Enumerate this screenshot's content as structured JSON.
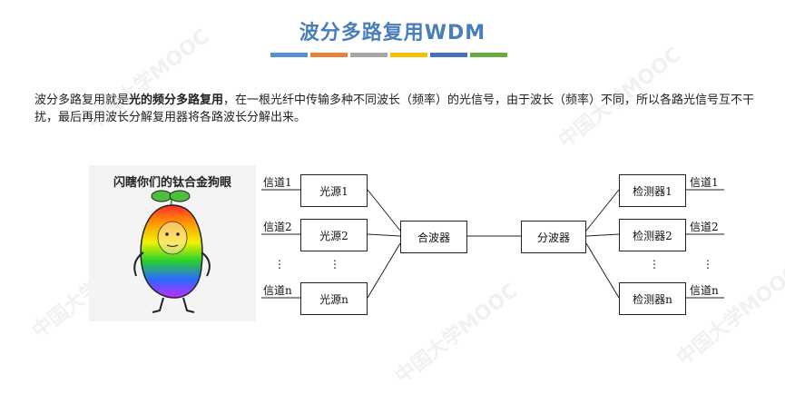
{
  "slide": {
    "title": "波分多路复用WDM",
    "colorbar": [
      "#5b8fc9",
      "#e8823a",
      "#a6a6a6",
      "#f5c000",
      "#4a70b8",
      "#6aaa42"
    ],
    "paragraph": {
      "lead": "波分多路复用就是",
      "bold": "光的频分多路复用",
      "rest": "，在一根光纤中传输多种不同波长（频率）的光信号，由于波长（频率）不同，所以各路光信号互不干扰，最后再用波长分解复用器将各路波长分解出来。"
    },
    "meme_caption": "闪瞎你们的钛合金狗眼",
    "watermark": "中国大学MOOC"
  },
  "diagram": {
    "left_channels": [
      "信道1",
      "信道2",
      "信道n"
    ],
    "sources": [
      "光源1",
      "光源2",
      "光源n"
    ],
    "mux": "合波器",
    "demux": "分波器",
    "detectors": [
      "检测器1",
      "检测器2",
      "检测器n"
    ],
    "right_channels": [
      "信道1",
      "信道2",
      "信道n"
    ],
    "ellipsis": "⋮"
  }
}
